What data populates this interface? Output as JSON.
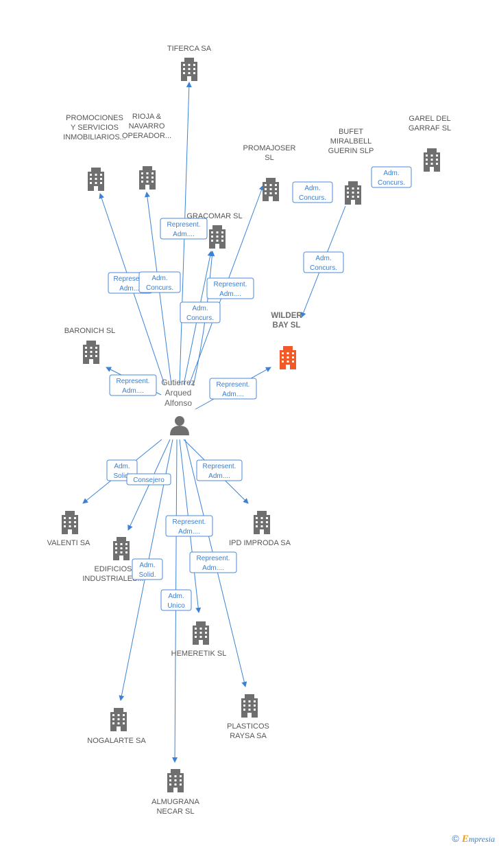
{
  "person": {
    "label_lines": [
      "Gutierrez",
      "Arqued",
      "Alfonso"
    ],
    "icon": "person-icon"
  },
  "colors": {
    "building": "#6f6f6f",
    "focus_building": "#f05a28",
    "edge": "#3b82d6",
    "edge_label": "#3a7fd0"
  },
  "companies": [
    {
      "id": "tiferca",
      "label_lines": [
        "TIFERCA SA"
      ]
    },
    {
      "id": "promociones",
      "label_lines": [
        "PROMOCIONES",
        "Y SERVICIOS",
        "INMOBILIARIOS..."
      ]
    },
    {
      "id": "rioja",
      "label_lines": [
        "RIOJA &",
        "NAVARRO",
        "OPERADOR..."
      ]
    },
    {
      "id": "promajoser",
      "label_lines": [
        "PROMAJOSER",
        "SL"
      ]
    },
    {
      "id": "bufet",
      "label_lines": [
        "BUFET",
        "MIRALBELL",
        "GUERIN SLP"
      ]
    },
    {
      "id": "garel",
      "label_lines": [
        "GAREL DEL",
        "GARRAF SL"
      ]
    },
    {
      "id": "gracomar",
      "label_lines": [
        "GRACOMAR SL"
      ]
    },
    {
      "id": "baronich",
      "label_lines": [
        "BARONICH SL"
      ]
    },
    {
      "id": "wilder",
      "label_lines": [
        "WILDER",
        "BAY SL"
      ],
      "focus": true
    },
    {
      "id": "valenti",
      "label_lines": [
        "VALENTI SA"
      ]
    },
    {
      "id": "edificios",
      "label_lines": [
        "EDIFICIOS",
        "INDUSTRIALES..."
      ]
    },
    {
      "id": "ipd",
      "label_lines": [
        "IPD IMPRODA SA"
      ]
    },
    {
      "id": "hemeretik",
      "label_lines": [
        "HEMERETIK SL"
      ]
    },
    {
      "id": "plasticos",
      "label_lines": [
        "PLASTICOS",
        "RAYSA SA"
      ]
    },
    {
      "id": "nogalarte",
      "label_lines": [
        "NOGALARTE SA"
      ]
    },
    {
      "id": "almugrana",
      "label_lines": [
        "ALMUGRANA",
        "NECAR SL"
      ]
    }
  ],
  "edge_labels": [
    {
      "id": "e-tiferca",
      "lines": [
        "Represent.",
        "Adm...."
      ]
    },
    {
      "id": "e-promociones",
      "lines": [
        "Represent.",
        "Adm...."
      ]
    },
    {
      "id": "e-rioja",
      "lines": [
        "Adm.",
        "Concurs."
      ]
    },
    {
      "id": "e-gracomar-a",
      "lines": [
        "Represent.",
        "Adm...."
      ]
    },
    {
      "id": "e-gracomar-b",
      "lines": [
        "Adm.",
        "Concurs."
      ]
    },
    {
      "id": "e-bufet-1",
      "lines": [
        "Adm.",
        "Concurs."
      ]
    },
    {
      "id": "e-bufet-2",
      "lines": [
        "Adm.",
        "Concurs."
      ]
    },
    {
      "id": "e-bufet-wilder",
      "lines": [
        "Adm.",
        "Concurs."
      ]
    },
    {
      "id": "e-baronich",
      "lines": [
        "Represent.",
        "Adm...."
      ]
    },
    {
      "id": "e-wilder",
      "lines": [
        "Represent.",
        "Adm...."
      ]
    },
    {
      "id": "e-valenti",
      "lines": [
        "Adm.",
        "Solid."
      ]
    },
    {
      "id": "e-edificios-consejero",
      "lines": [
        "Consejero"
      ]
    },
    {
      "id": "e-ipd",
      "lines": [
        "Represent.",
        "Adm...."
      ]
    },
    {
      "id": "e-hemeretik-a",
      "lines": [
        "Represent.",
        "Adm...."
      ]
    },
    {
      "id": "e-plasticos",
      "lines": [
        "Represent.",
        "Adm...."
      ]
    },
    {
      "id": "e-nogalarte",
      "lines": [
        "Adm.",
        "Solid."
      ]
    },
    {
      "id": "e-almugrana",
      "lines": [
        "Adm.",
        "Unico"
      ]
    }
  ],
  "footer": {
    "copyright": "©",
    "brand_first": "E",
    "brand_rest": "mpresia"
  }
}
